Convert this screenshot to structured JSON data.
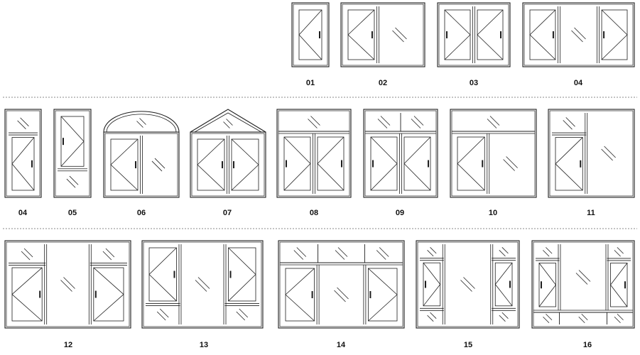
{
  "colors": {
    "stroke": "#1e1e1e",
    "divider": "#8a8a8a",
    "background": "#ffffff"
  },
  "icons": {
    "glass": "glass-hatch-icon",
    "sash": "sash-opening-icon",
    "handle": "handle-icon"
  },
  "rows": [
    {
      "items": [
        {
          "label": "01",
          "type": "casement-single"
        },
        {
          "label": "02",
          "type": "casement-fixed"
        },
        {
          "label": "03",
          "type": "double-casement"
        },
        {
          "label": "04",
          "type": "casement-fixed-casement"
        }
      ]
    },
    {
      "items": [
        {
          "label": "04",
          "type": "casement-with-top-light"
        },
        {
          "label": "05",
          "type": "casement-with-bottom-light"
        },
        {
          "label": "06",
          "type": "arched-double-casement"
        },
        {
          "label": "07",
          "type": "gable-double-casement"
        },
        {
          "label": "08",
          "type": "double-casement-with-transom"
        },
        {
          "label": "09",
          "type": "double-casement-with-split-top"
        },
        {
          "label": "10",
          "type": "casement-fixed-with-transom"
        },
        {
          "label": "11",
          "type": "casement-fixed-with-top-light"
        }
      ]
    },
    {
      "items": [
        {
          "label": "12",
          "type": "three-panel-with-top-lights"
        },
        {
          "label": "13",
          "type": "three-panel-with-bottom-lights"
        },
        {
          "label": "14",
          "type": "three-panel-with-transom"
        },
        {
          "label": "15",
          "type": "three-panel-top-and-bottom-lights"
        },
        {
          "label": "16",
          "type": "three-panel-top-and-bottom-transom"
        }
      ]
    }
  ]
}
